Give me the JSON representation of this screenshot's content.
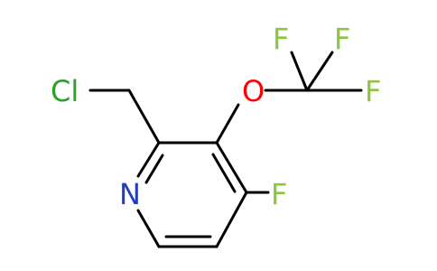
{
  "molecule": {
    "atoms": {
      "chlorine": {
        "symbol": "Cl",
        "color": "#2ca02c"
      },
      "oxygen": {
        "symbol": "O",
        "color": "#ff0000"
      },
      "nitrogen": {
        "symbol": "N",
        "color": "#1f3fbf"
      },
      "fluorine_ring": {
        "symbol": "F",
        "color": "#8cc63f"
      },
      "fluorine_cf3_top_left": {
        "symbol": "F",
        "color": "#8cc63f"
      },
      "fluorine_cf3_top_right": {
        "symbol": "F",
        "color": "#8cc63f"
      },
      "fluorine_cf3_right": {
        "symbol": "F",
        "color": "#8cc63f"
      }
    },
    "bond_color": "#000000"
  }
}
